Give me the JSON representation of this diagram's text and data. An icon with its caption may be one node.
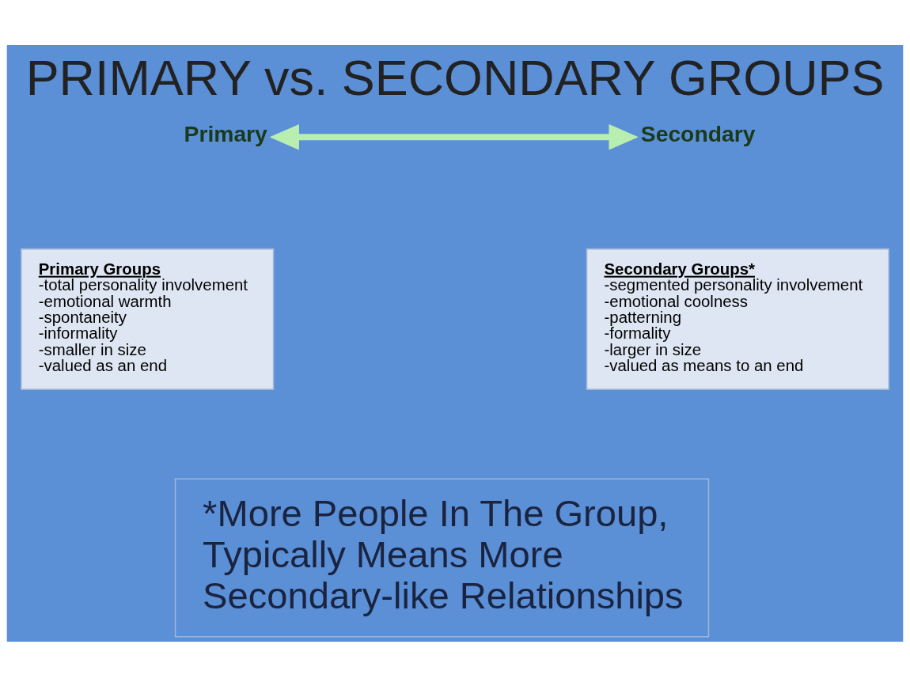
{
  "diagram": {
    "title": "PRIMARY vs. SECONDARY GROUPS",
    "nodes": [
      {
        "text": [
          "Primary"
        ]
      },
      {
        "text": [
          "Secondary"
        ]
      },
      {
        "text": [
          "Primary Groups",
          "-total personality involvement",
          "-emotional warmth",
          "-spontaneity",
          "-informality",
          "-smaller in size",
          "-valued as an end"
        ]
      },
      {
        "text": [
          "Secondary Groups*",
          "-segmented personality involvement",
          "-emotional coolness",
          "-patterning",
          "-formality",
          "-larger in size",
          "-valued as means to an end"
        ]
      },
      {
        "text": [
          "*More People In The Group, Typically Means More Secondary-like Relationships"
        ]
      }
    ],
    "edges": [
      {
        "from": 0,
        "to": 1,
        "arrow": "both",
        "color": "#b8efb0"
      }
    ]
  }
}
